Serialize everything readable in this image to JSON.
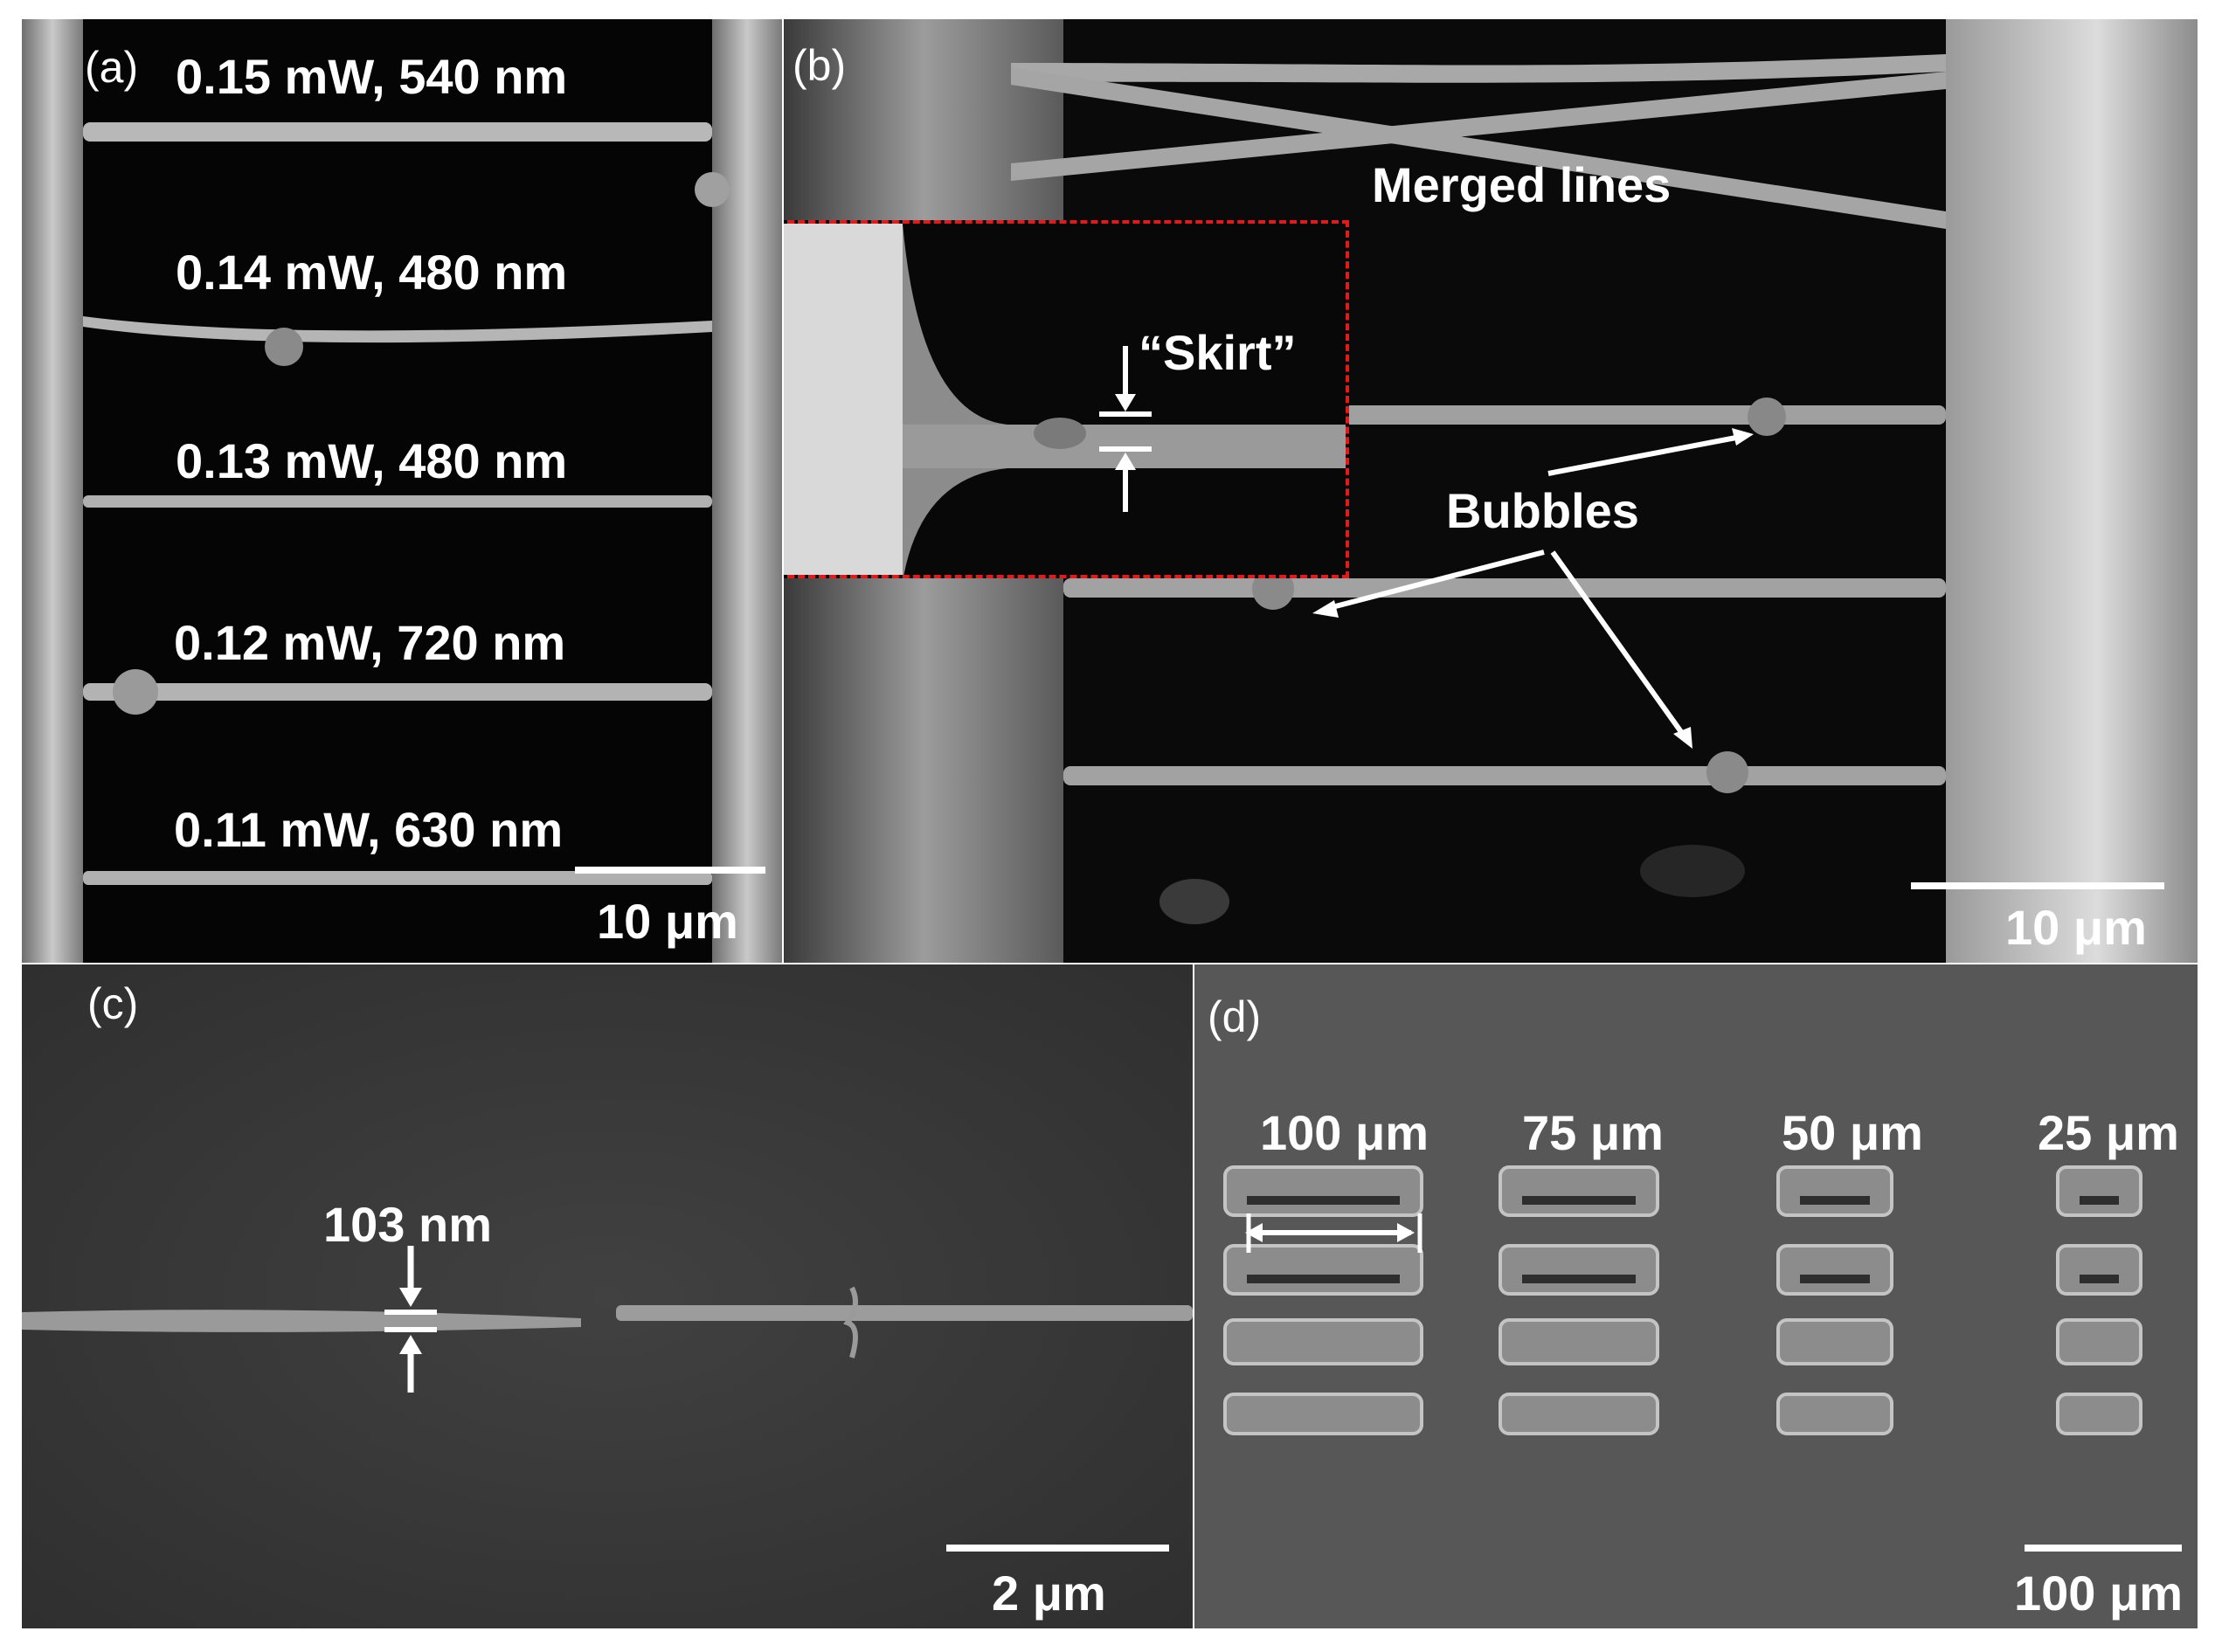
{
  "colors": {
    "background": "#ffffff",
    "sem_dark": "#0a0a0a",
    "sem_grey": "#4a4a4a",
    "line": "#c8c8c8",
    "inset_border": "#e21a1a",
    "text": "#ffffff"
  },
  "panels": {
    "a": {
      "tag": "(a)",
      "lines": [
        {
          "label": "0.15 mW, 540 nm"
        },
        {
          "label": "0.14 mW, 480 nm"
        },
        {
          "label": "0.13 mW, 480 nm"
        },
        {
          "label": "0.12 mW, 720 nm"
        },
        {
          "label": "0.11 mW, 630 nm"
        }
      ],
      "scale_bar": "10 μm"
    },
    "b": {
      "tag": "(b)",
      "merged_label": "Merged lines",
      "bubbles_label": "Bubbles",
      "skirt_label": "“Skirt”",
      "scale_bar": "10 μm"
    },
    "c": {
      "tag": "(c)",
      "width_label": "103 nm",
      "scale_bar": "2 μm"
    },
    "d": {
      "tag": "(d)",
      "columns": [
        "100 μm",
        "75 μm",
        "50 μm",
        "25 μm"
      ],
      "rows": 4,
      "scale_bar": "100 μm"
    }
  }
}
